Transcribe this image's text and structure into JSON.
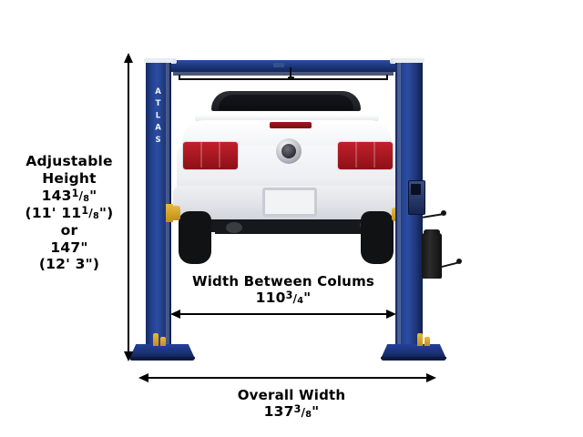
{
  "diagram": {
    "subject": "2-post automotive lift with vehicle raised",
    "brand": "ATLAS",
    "background_color": "#ffffff"
  },
  "callouts": {
    "adjustable_height": {
      "line1": "Adjustable",
      "line2": "Height",
      "value_whole": "143",
      "value_frac_num": "1",
      "value_frac_den": "8",
      "value_unit": "\"",
      "alt_open": "(11'",
      "alt_whole": "11",
      "alt_frac_num": "1",
      "alt_frac_den": "8",
      "alt_close": "\")",
      "connector": "or",
      "value2": "147\"",
      "alt2": "(12' 3\")"
    },
    "width_between_columns": {
      "label": "Width Between Colums",
      "value_whole": "110",
      "value_frac_num": "3",
      "value_frac_den": "4",
      "value_unit": "\""
    },
    "overall_width": {
      "label": "Overall Width",
      "value_whole": "137",
      "value_frac_num": "3",
      "value_frac_den": "8",
      "value_unit": "\""
    }
  },
  "lift": {
    "brand_text": "ATLAS",
    "column_color": "#23408c",
    "anchor_color": "#d4a029",
    "lift_arm_color": "#d9ad30"
  },
  "vehicle": {
    "body_color": "#f4f5f7",
    "taillight_color": "#b21c26",
    "tire_color": "#111214"
  },
  "dimension_lines": {
    "stroke_color": "#000000",
    "vertical_label": "adjustable-height-arrow",
    "horizontal_inner_label": "width-between-columns-arrow",
    "horizontal_outer_label": "overall-width-arrow"
  }
}
